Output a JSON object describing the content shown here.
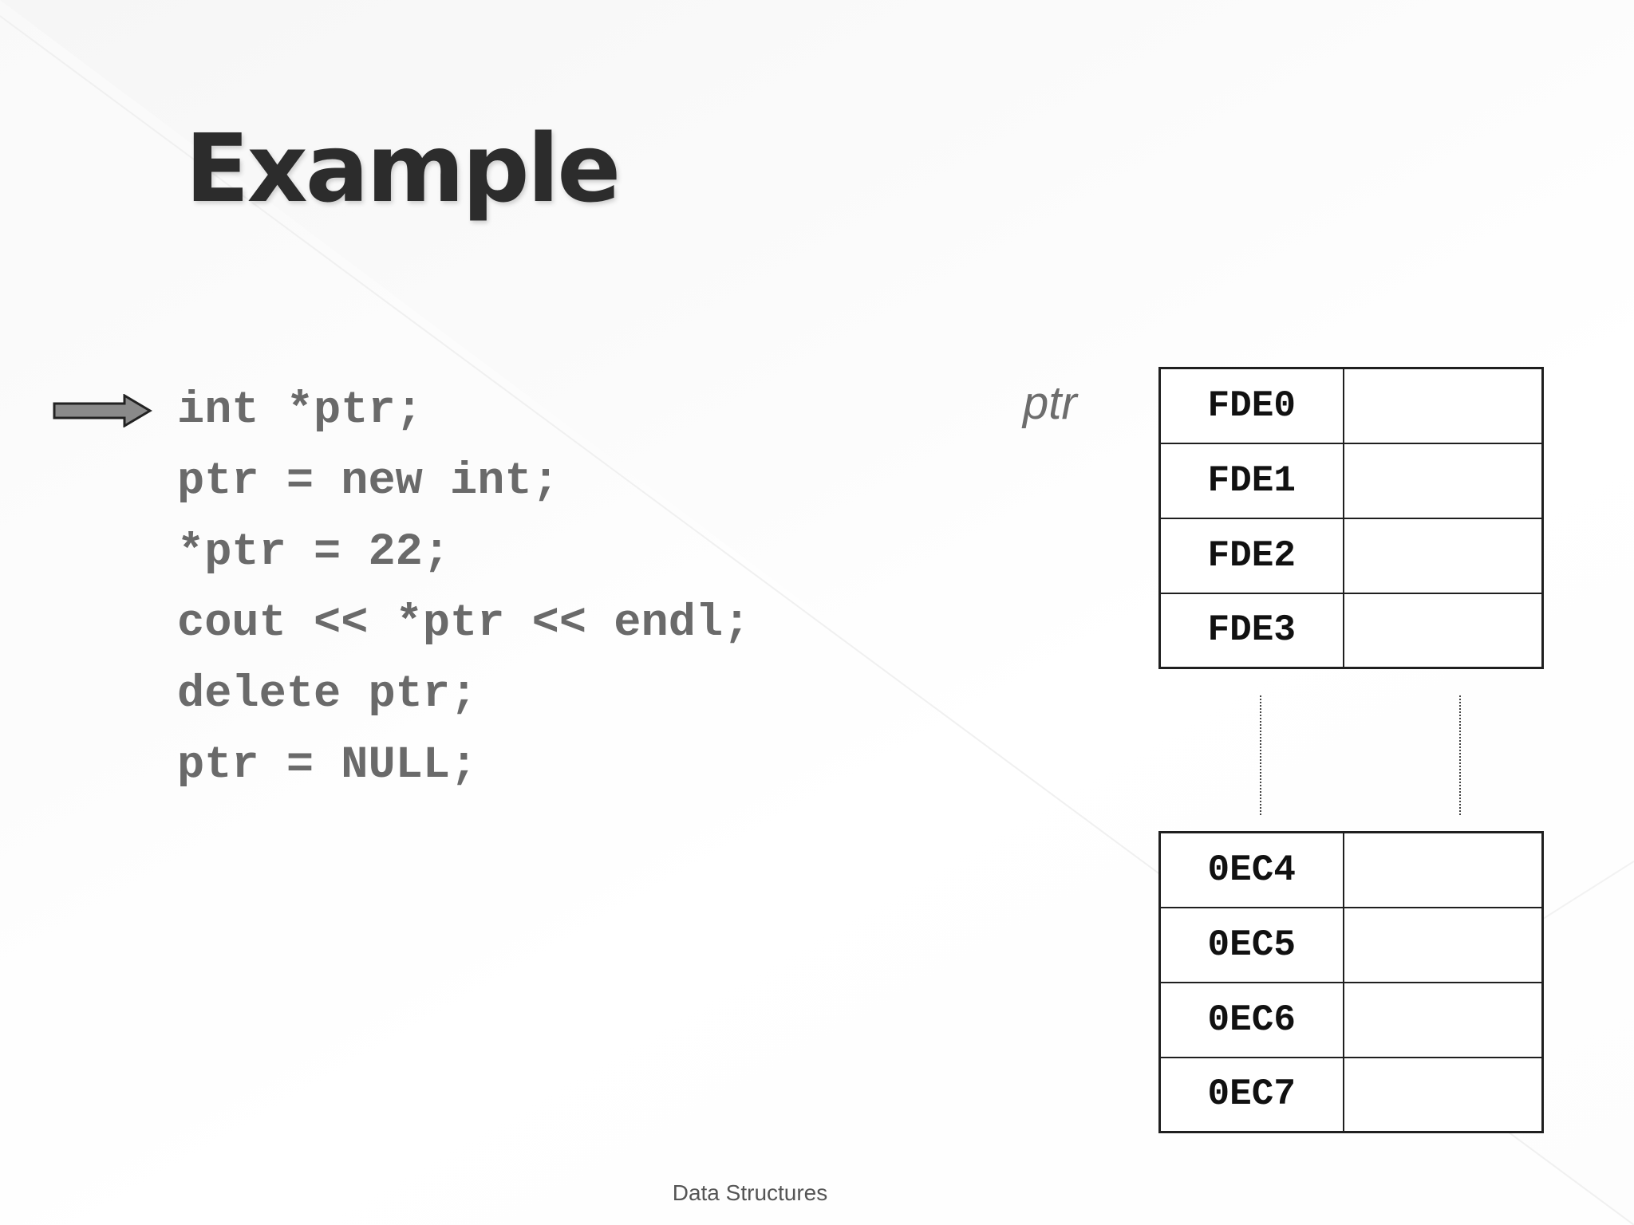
{
  "slide": {
    "title": "Example",
    "footer": "Data Structures"
  },
  "code": {
    "current_line": 0,
    "lines": [
      "int *ptr;",
      "ptr = new int;",
      "*ptr = 22;",
      "cout << *ptr << endl;",
      "delete ptr;",
      "ptr = NULL;"
    ]
  },
  "diagram": {
    "variable_label": "ptr",
    "top_block": [
      {
        "address": "FDE0",
        "value": ""
      },
      {
        "address": "FDE1",
        "value": ""
      },
      {
        "address": "FDE2",
        "value": ""
      },
      {
        "address": "FDE3",
        "value": ""
      }
    ],
    "bottom_block": [
      {
        "address": "0EC4",
        "value": ""
      },
      {
        "address": "0EC5",
        "value": ""
      },
      {
        "address": "0EC6",
        "value": ""
      },
      {
        "address": "0EC7",
        "value": ""
      }
    ]
  },
  "icons": {
    "line_pointer": "right-arrow-icon"
  },
  "colors": {
    "code_text": "#6a6a6a",
    "title_text": "#2c2c2c",
    "arrow_fill": "#8a8a8a",
    "cell_border": "#1f1f1f"
  }
}
